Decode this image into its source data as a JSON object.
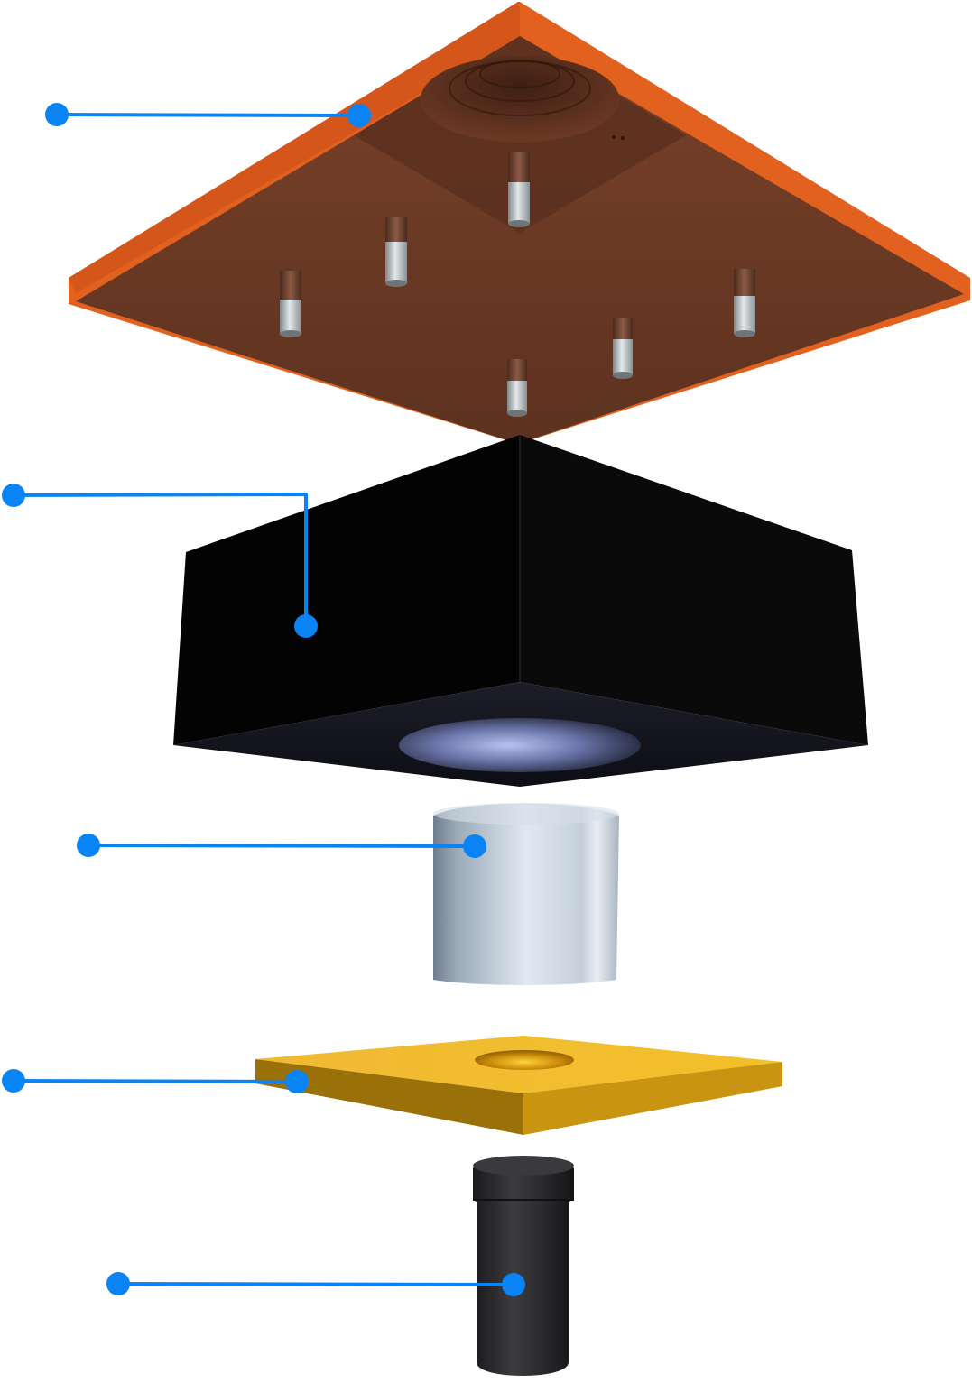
{
  "diagram": {
    "type": "exploded-assembly",
    "callout_color": "#0a84f5",
    "parts": [
      {
        "id": "top-plate",
        "color": "#e2611f",
        "face_color": "#6b3a25"
      },
      {
        "id": "block",
        "color": "#050505"
      },
      {
        "id": "sleeve",
        "color": "#b9c6d3"
      },
      {
        "id": "shim-plate",
        "color": "#e8b321"
      },
      {
        "id": "pin",
        "color": "#2a2a2c"
      }
    ],
    "callouts": [
      {
        "part": "top-plate",
        "label": ""
      },
      {
        "part": "block",
        "label": ""
      },
      {
        "part": "sleeve",
        "label": ""
      },
      {
        "part": "shim-plate",
        "label": ""
      },
      {
        "part": "pin",
        "label": ""
      }
    ]
  }
}
